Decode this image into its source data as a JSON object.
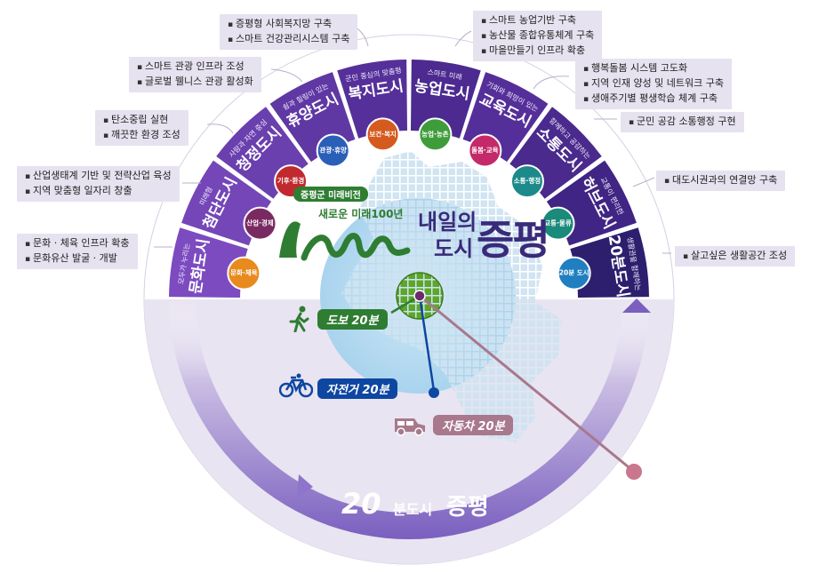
{
  "sectors": [
    {
      "sub": "모두가 누리는",
      "name": "문화도시",
      "circle": "문화·체육",
      "color": "#7c4bc0",
      "circleColor": "#e98a1e"
    },
    {
      "sub": "미래형",
      "name": "첨단도시",
      "circle": "산업·경제",
      "color": "#7446b8",
      "circleColor": "#7a2a62"
    },
    {
      "sub": "사람과 자연 중심",
      "name": "청정도시",
      "circle": "기후·환경",
      "color": "#6a3fae",
      "circleColor": "#c0292e"
    },
    {
      "sub": "쉼과 힐링이 있는",
      "name": "휴양도시",
      "circle": "관광·휴양",
      "color": "#5f38a4",
      "circleColor": "#2a5fb8"
    },
    {
      "sub": "군민 중심의 맞춤형",
      "name": "복지도시",
      "circle": "보건·복지",
      "color": "#55309a",
      "circleColor": "#d45a1e"
    },
    {
      "sub": "스마트 미래",
      "name": "농업도시",
      "circle": "농업·농촌",
      "color": "#4c2a90",
      "circleColor": "#3f9c3a"
    },
    {
      "sub": "기회와 희망이 있는",
      "name": "교육도시",
      "circle": "돌봄·교육",
      "color": "#552f99",
      "circleColor": "#c42a6a"
    },
    {
      "sub": "함께하고 공감하는",
      "name": "소통도시",
      "circle": "소통·행정",
      "color": "#4a2a8c",
      "circleColor": "#1c8a8a"
    },
    {
      "sub": "교통이 편리한",
      "name": "허브도시",
      "circle": "교통·물류",
      "color": "#402584",
      "circleColor": "#1a8a7a"
    },
    {
      "sub": "생활권을 함께하는",
      "name": "20분도시",
      "circle": "20분 도시",
      "color": "#2d1f6e",
      "circleColor": "#1f7fc0"
    }
  ],
  "notes": [
    {
      "lines": [
        "증평형 사회복지망 구축",
        "스마트 건강관리시스템 구축"
      ]
    },
    {
      "lines": [
        "스마트 농업기반 구축",
        "농산물 종합유통체계 구축",
        "마을만들기 인프라 확충"
      ]
    },
    {
      "lines": [
        "스마트 관광 인프라 조성",
        "글로벌 웰니스 관광 활성화"
      ]
    },
    {
      "lines": [
        "행복돌봄 시스템 고도화",
        "지역 인재 양성 및 네트워크 구축",
        "생애주기별 평생학습 체계 구축"
      ]
    },
    {
      "lines": [
        "탄소중립 실현",
        "깨끗한 환경 조성"
      ]
    },
    {
      "lines": [
        "군민 공감 소통행정 구현"
      ]
    },
    {
      "lines": [
        "산업생태계 기반 및 전략산업 육성",
        "지역 맞춤형 일자리 창출"
      ]
    },
    {
      "lines": [
        "대도시권과의 연결망 구축"
      ]
    },
    {
      "lines": [
        "문화 · 체육 인프라 확충",
        "문화유산 발굴 · 개발"
      ]
    },
    {
      "lines": [
        "살고싶은 생활공간 조성"
      ]
    }
  ],
  "center": {
    "subtitle": "증평군 미래비전",
    "tagline": "새로운 미래100년",
    "logo_num": "100",
    "title1": "내일의",
    "title2": "도시",
    "title3": "증평"
  },
  "travel": {
    "walk": "도보 20분",
    "bike": "자전거 20분",
    "car": "자동차 20분"
  },
  "bottom": {
    "num": "20",
    "text1": "분도시",
    "text2": "증평"
  },
  "colors": {
    "ring_light": "#ebe6f2",
    "band": "#8c74c4",
    "walk": "#2e7d32",
    "bike": "#0d47a1",
    "car": "#a8788c",
    "accent_green": "#63a81e"
  },
  "icons": [
    "walk-icon",
    "bike-icon",
    "car-icon"
  ]
}
